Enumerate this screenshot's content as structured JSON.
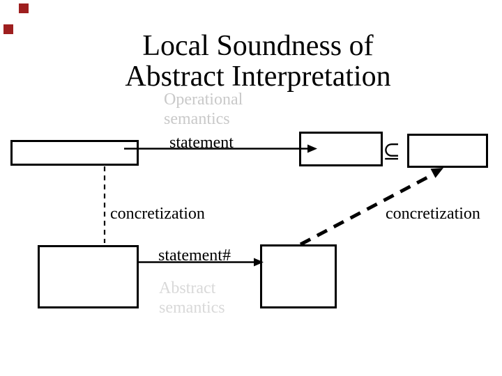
{
  "slide": {
    "title": {
      "line1": "Local Soundness of",
      "line2": "Abstract Interpretation"
    },
    "ghost_labels": {
      "operational": [
        "Operational",
        "semantics"
      ],
      "abstract": [
        "Abstract",
        "semantics"
      ]
    },
    "edge_labels": {
      "statement": "statement",
      "statement_sharp": "statement#",
      "concretization_left": "concretization",
      "concretization_right": "concretization"
    },
    "symbols": {
      "subset_or_equal": "⊆"
    },
    "colors": {
      "background": "#ffffff",
      "line": "#000000",
      "title_text": "#000000",
      "ghost_operational_text": "#c9c9c9",
      "ghost_abstract_text": "#d9d9d9",
      "decoration_red": "#9e1f1f"
    }
  }
}
